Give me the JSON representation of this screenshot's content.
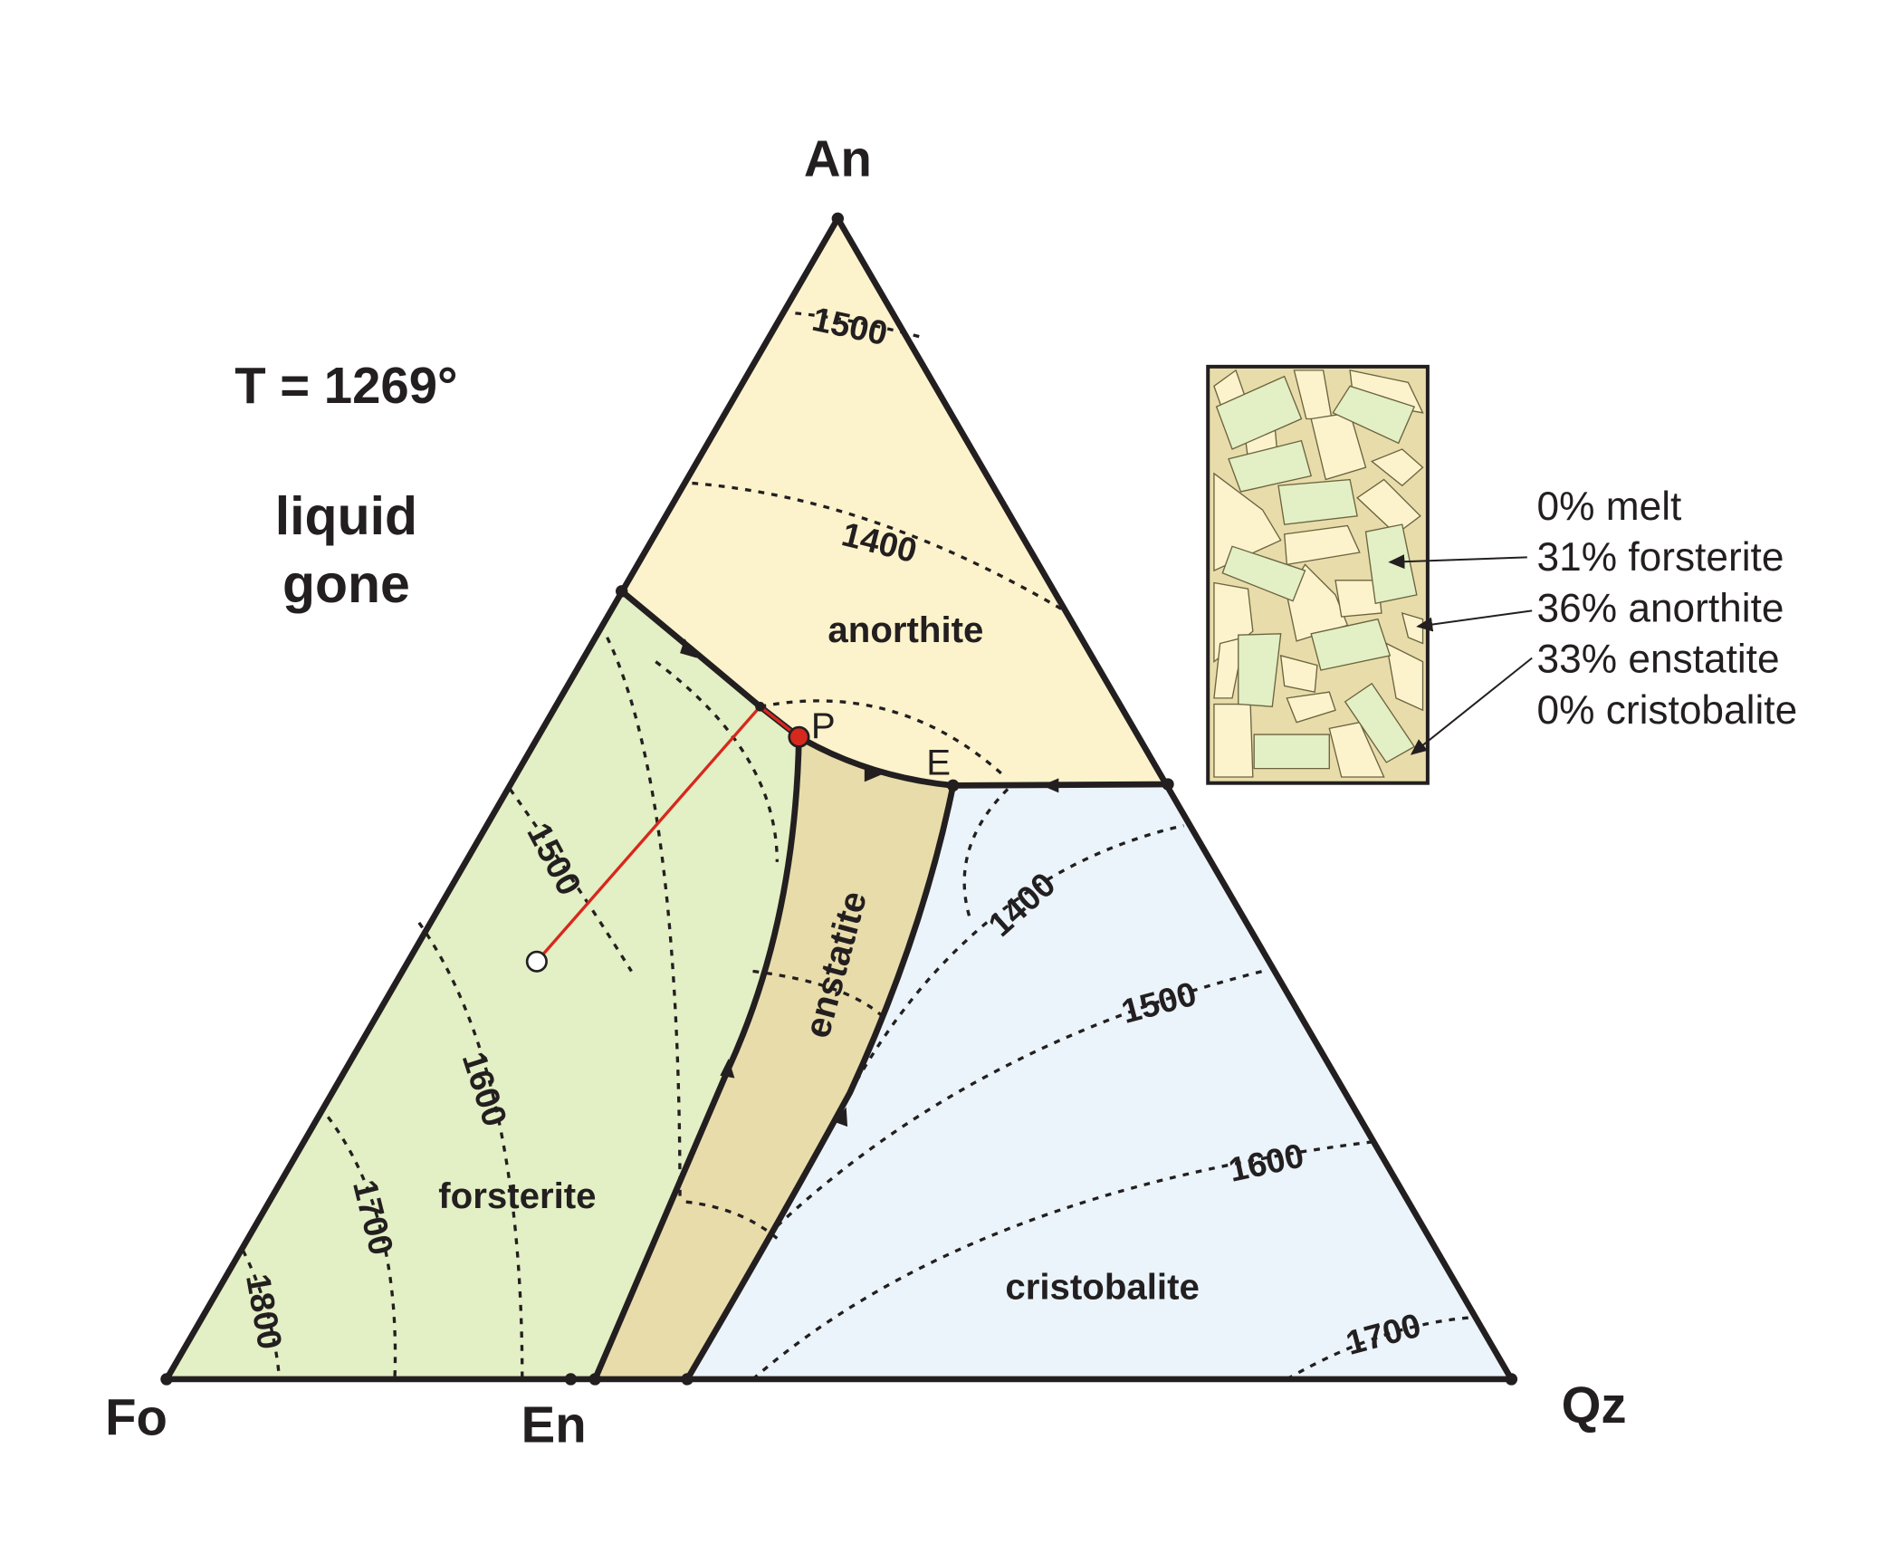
{
  "vertices": {
    "top": "An",
    "left": "Fo",
    "right": "Qz",
    "bottom_mid": "En"
  },
  "temperature": "T = 1269°",
  "status": [
    "liquid",
    "gone"
  ],
  "fields": {
    "anorthite": "anorthite",
    "forsterite": "forsterite",
    "enstatite": "enstatite",
    "cristobalite": "cristobalite"
  },
  "points": {
    "peritectic": "P",
    "eutectic": "E"
  },
  "isotherms": {
    "an_1500": "1500",
    "an_1400": "1400",
    "fo_1500": "1500",
    "fo_1600": "1600",
    "fo_1700": "1700",
    "fo_1800": "1800",
    "qz_1400": "1400",
    "qz_1500": "1500",
    "qz_1600": "1600",
    "qz_1700": "1700"
  },
  "modes": [
    "0% melt",
    "31% forsterite",
    "36% anorthite",
    "33% enstatite",
    "0% cristobalite"
  ],
  "colors": {
    "anorthite": "#fcf3cc",
    "forsterite": "#e3efc4",
    "enstatite": "#e8dcaa",
    "cristobalite": "#eaf4fa",
    "path": "#d7281e"
  }
}
